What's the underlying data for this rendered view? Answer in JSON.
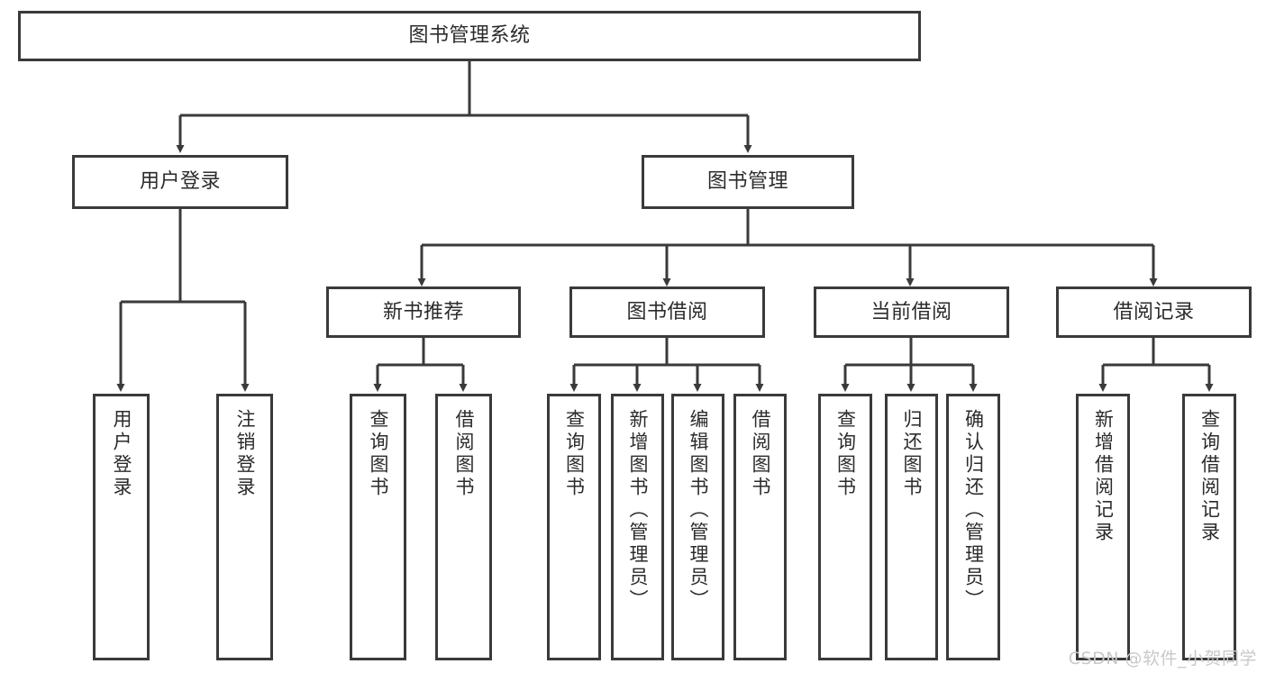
{
  "diagram": {
    "type": "tree-hierarchy-chart",
    "title": "图书管理系统",
    "watermark": "CSDN @软件_小贺同学",
    "colors": {
      "box_border": "#3a3a3a",
      "box_fill": "#ffffff",
      "connector": "#3a3a3a",
      "text": "#2b2b2b",
      "watermark": "#c9c9c9",
      "background": "#ffffff"
    }
  },
  "nodes": {
    "root": {
      "label": "图书管理系统",
      "level": 0,
      "orientation": "horizontal"
    },
    "level1": [
      {
        "id": "user-login",
        "label": "用户登录",
        "orientation": "horizontal"
      },
      {
        "id": "book-manage",
        "label": "图书管理",
        "orientation": "horizontal"
      }
    ],
    "level2": [
      {
        "id": "new-book-rec",
        "label": "新书推荐",
        "orientation": "horizontal",
        "parent": "book-manage"
      },
      {
        "id": "book-borrow",
        "label": "图书借阅",
        "orientation": "horizontal",
        "parent": "book-manage"
      },
      {
        "id": "current-borrow",
        "label": "当前借阅",
        "orientation": "horizontal",
        "parent": "book-manage"
      },
      {
        "id": "borrow-record",
        "label": "借阅记录",
        "orientation": "horizontal",
        "parent": "book-manage"
      }
    ],
    "leaves": [
      {
        "id": "leaf-user-login",
        "label": "用户登录",
        "orientation": "vertical",
        "parent": "user-login"
      },
      {
        "id": "leaf-logout",
        "label": "注销登录",
        "orientation": "vertical",
        "parent": "user-login"
      },
      {
        "id": "leaf-query-book-1",
        "label": "查询图书",
        "orientation": "vertical",
        "parent": "new-book-rec"
      },
      {
        "id": "leaf-borrow-book-1",
        "label": "借阅图书",
        "orientation": "vertical",
        "parent": "new-book-rec"
      },
      {
        "id": "leaf-query-book-2",
        "label": "查询图书",
        "orientation": "vertical",
        "parent": "book-borrow"
      },
      {
        "id": "leaf-add-book",
        "label": "新增图书（管理员）",
        "orientation": "vertical",
        "parent": "book-borrow"
      },
      {
        "id": "leaf-edit-book",
        "label": "编辑图书（管理员）",
        "orientation": "vertical",
        "parent": "book-borrow"
      },
      {
        "id": "leaf-borrow-book-2",
        "label": "借阅图书",
        "orientation": "vertical",
        "parent": "book-borrow"
      },
      {
        "id": "leaf-query-book-3",
        "label": "查询图书",
        "orientation": "vertical",
        "parent": "current-borrow"
      },
      {
        "id": "leaf-return-book",
        "label": "归还图书",
        "orientation": "vertical",
        "parent": "current-borrow"
      },
      {
        "id": "leaf-confirm-return",
        "label": "确认归还（管理员）",
        "orientation": "vertical",
        "parent": "current-borrow"
      },
      {
        "id": "leaf-add-record",
        "label": "新增借阅记录",
        "orientation": "vertical",
        "parent": "borrow-record"
      },
      {
        "id": "leaf-query-record",
        "label": "查询借阅记录",
        "orientation": "vertical",
        "parent": "borrow-record"
      }
    ]
  }
}
